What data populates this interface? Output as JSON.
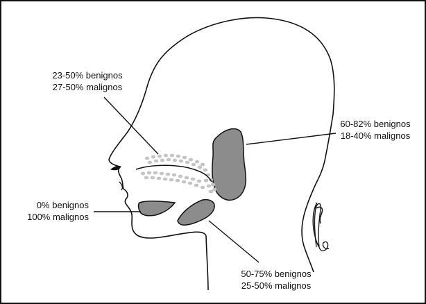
{
  "labels": {
    "upper_left": {
      "benign": "23-50% benignos",
      "malignant": "27-50% malignos"
    },
    "right": {
      "benign": "60-82% benignos",
      "malignant": "18-40% malignos"
    },
    "lower_left": {
      "benign": "0% benignos",
      "malignant": "100% malignos"
    },
    "bottom": {
      "benign": "50-75% benignos",
      "malignant": "25-50% malignos"
    }
  },
  "colors": {
    "gland_fill": "#8c8c8c",
    "dots": "#c4c4c4",
    "outline": "#111111",
    "frame": "#111111"
  }
}
